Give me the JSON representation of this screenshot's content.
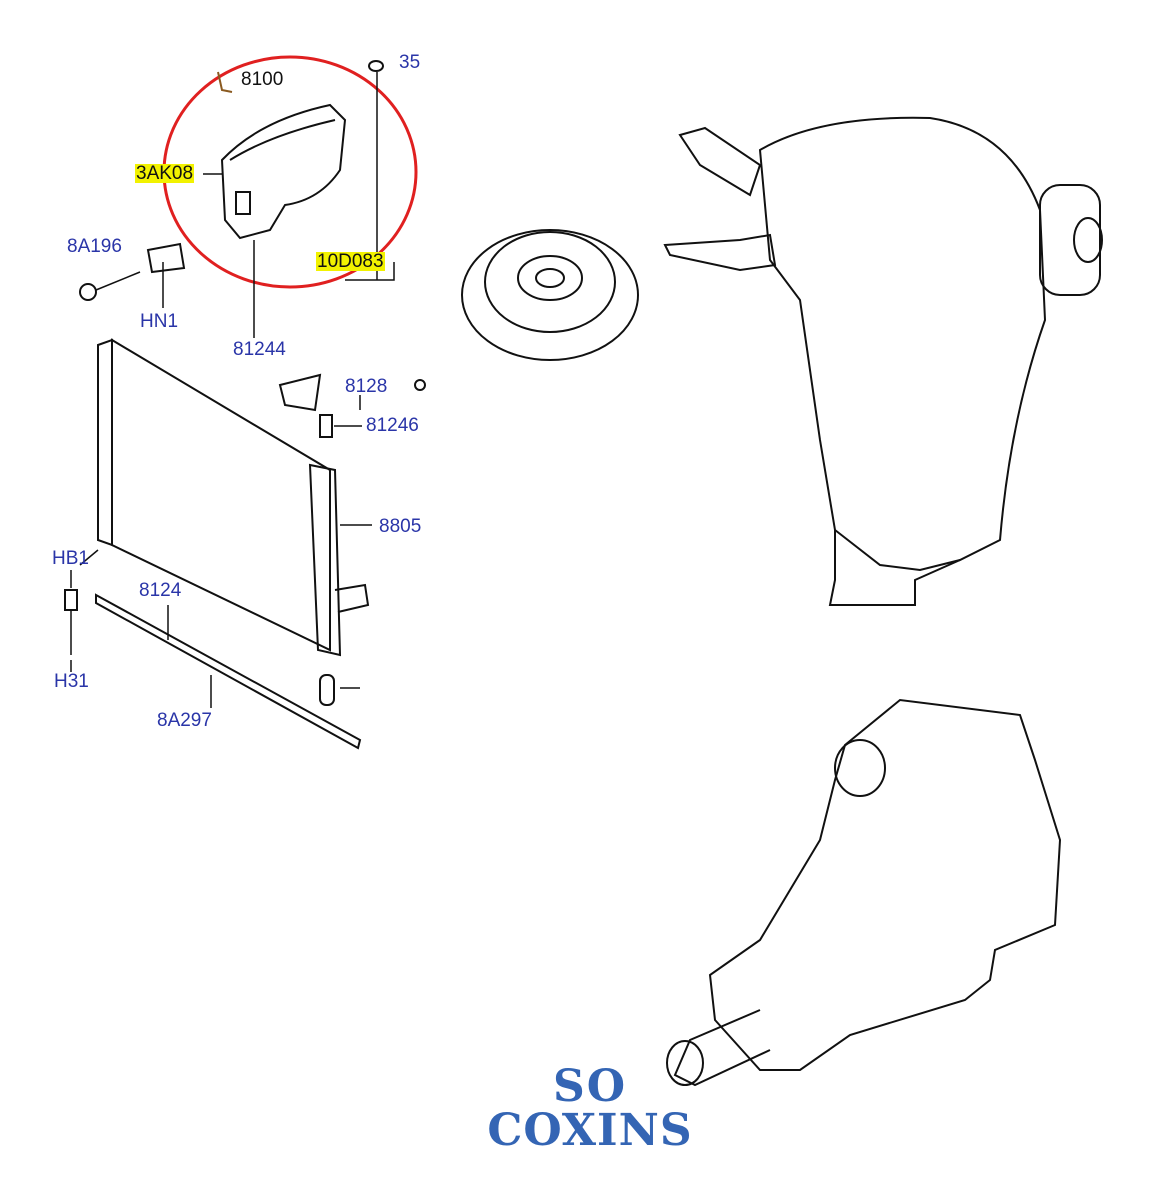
{
  "diagram": {
    "labels": {
      "p8100": "8100",
      "p35": "35",
      "p3ak08": "3AK08",
      "p10d083": "10D083",
      "p8a196": "8A196",
      "phn1": "HN1",
      "p81244": "81244",
      "p8128": "8128",
      "p81246": "81246",
      "p8805": "8805",
      "phb1": "HB1",
      "p8124": "8124",
      "ph31": "H31",
      "p8a297": "8A297"
    },
    "highlighted_parts": [
      "3AK08",
      "10D083"
    ],
    "colors": {
      "label": "#2a35a8",
      "highlight": "#f2f200",
      "circle": "#e02020",
      "logo": "#3465b4"
    }
  },
  "logo": {
    "line1": "SO",
    "line2": "COXINS"
  }
}
